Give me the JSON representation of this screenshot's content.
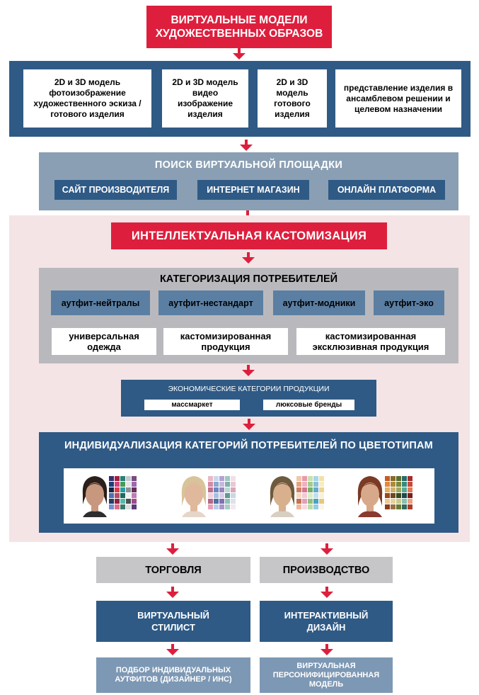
{
  "title": "ВИРТУАЛЬНЫЕ МОДЕЛИ\nХУДОЖЕСТВЕННЫХ ОБРАЗОВ",
  "models": [
    "2D и 3D модель фотоизображение художественного эскиза / готового изделия",
    "2D и 3D модель видео изображение изделия",
    "2D и 3D модель готового изделия",
    "представление изделия в ансамблевом решении и целевом назначении"
  ],
  "search": {
    "title": "ПОИСК ВИРТУАЛЬНОЙ ПЛОЩАДКИ",
    "items": [
      "САЙТ ПРОИЗВОДИТЕЛЯ",
      "ИНТЕРНЕТ МАГАЗИН",
      "ОНЛАЙН ПЛАТФОРМА"
    ]
  },
  "customization": {
    "title": "ИНТЕЛЛЕКТУАЛЬНАЯ КАСТОМИЗАЦИЯ",
    "categorization_title": "КАТЕГОРИЗАЦИЯ ПОТРЕБИТЕЛЕЙ",
    "outfits": [
      "аутфит-нейтралы",
      "аутфит-нестандарт",
      "аутфит-модники",
      "аутфит-эко"
    ],
    "products": [
      "универсальная одежда",
      "кастомизированная продукция",
      "кастомизированная эксклюзивная продукция"
    ],
    "economic_title": "ЭКОНОМИЧЕСКИЕ КАТЕГОРИИ ПРОДУКЦИИ",
    "economic_items": [
      "массмаркет",
      "люксовые бренды"
    ],
    "individualization_title": "ИНДИВИДУАЛИЗАЦИЯ КАТЕГОРИЙ ПОТРЕБИТЕЛЕЙ ПО ЦВЕТОТИПАМ"
  },
  "branches": {
    "trade": {
      "title": "ТОРГОВЛЯ",
      "step": "ВИРТУАЛЬНЫЙ СТИЛИСТ",
      "result": "ПОДБОР ИНДИВИДУАЛЬНЫХ АУТФИТОВ (ДИЗАЙНЕР / ИНС)"
    },
    "production": {
      "title": "ПРОИЗВОДСТВО",
      "step": "ИНТЕРАКТИВНЫЙ ДИЗАЙН",
      "result": "ВИРТУАЛЬНАЯ ПЕРСОНИФИЦИРОВАННАЯ МОДЕЛЬ"
    }
  },
  "colors": {
    "accent": "#dd1f3d",
    "dark_blue": "#2f5a85",
    "slate": "#8a9fb3",
    "pink_bg": "#f4e4e6",
    "gray_bg": "#b9b9bd"
  }
}
